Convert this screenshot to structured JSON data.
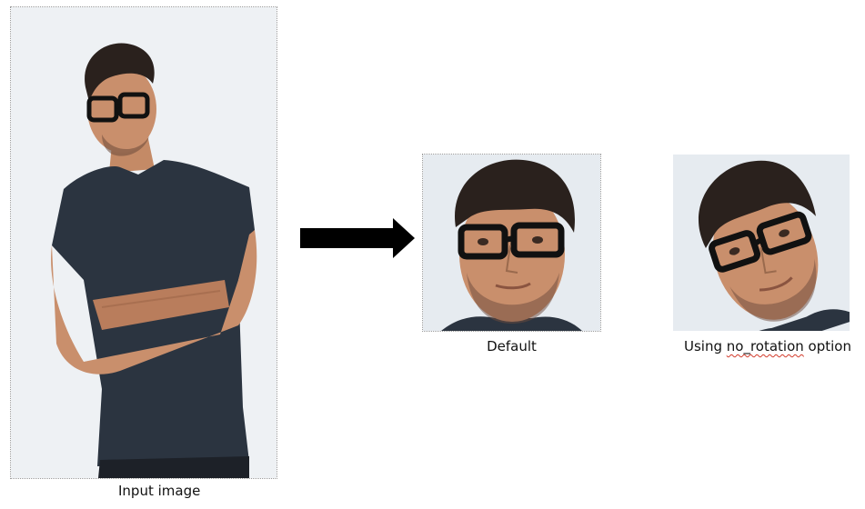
{
  "captions": {
    "input": "Input image",
    "default": "Default",
    "no_rotation_prefix": "Using ",
    "no_rotation_option": "no_rotation",
    "no_rotation_suffix": " option"
  },
  "colors": {
    "arrow": "#000000",
    "background": "#ffffff",
    "photo_bg": "#e9edf1",
    "shirt": "#2b3440",
    "skin": "#c98f6c",
    "hair": "#2a211d"
  },
  "icons": {
    "arrow": "right-arrow-icon"
  }
}
